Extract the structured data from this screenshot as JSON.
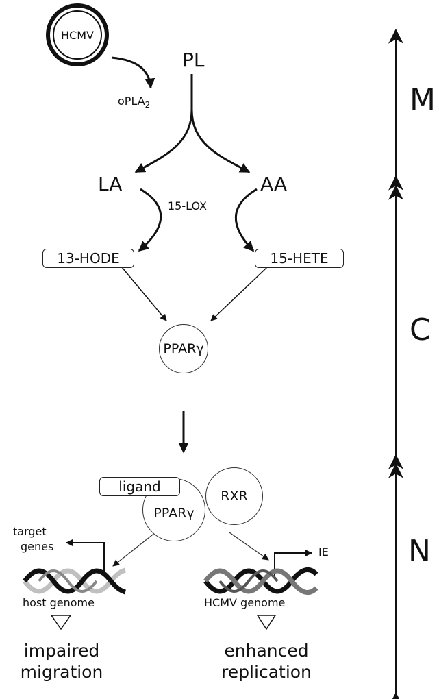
{
  "virus": {
    "label": "HCMV"
  },
  "pathway": {
    "phospholipid": "PL",
    "enzyme1": "oPLA",
    "enzyme1_sub": "2",
    "linoleic": "LA",
    "arachidonic": "AA",
    "enzyme2": "15-LOX",
    "product_left": "13-HODE",
    "product_right": "15-HETE",
    "receptor": "PPARγ"
  },
  "complex": {
    "ligand": "ligand",
    "receptor": "PPARγ",
    "partner": "RXR"
  },
  "host": {
    "target": "target",
    "genes": "genes",
    "genome_label": "host genome",
    "outcome_line1": "impaired",
    "outcome_line2": "migration"
  },
  "viral": {
    "ie_label": "IE",
    "genome_label": "HCMV genome",
    "outcome_line1": "enhanced",
    "outcome_line2": "replication"
  },
  "zones": {
    "membrane": "M",
    "cytoplasm": "C",
    "nucleus": "N"
  }
}
